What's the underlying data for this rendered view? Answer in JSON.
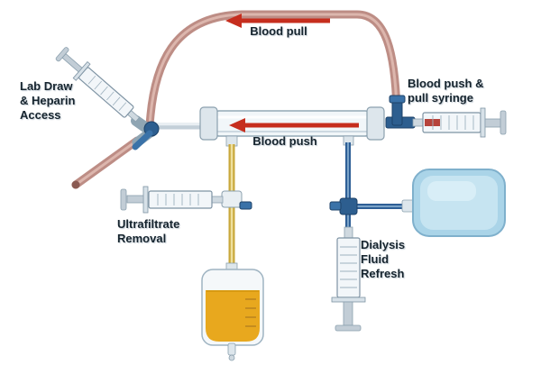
{
  "labels": {
    "blood_pull": "Blood pull",
    "blood_push": "Blood push",
    "lab_access": {
      "line1": "Lab Draw",
      "line2": "& Heparin",
      "line3": "Access"
    },
    "push_pull_syringe": {
      "line1": "Blood push &",
      "line2": "pull syringe"
    },
    "ultrafiltrate": {
      "line1": "Ultrafiltrate",
      "line2": "Removal"
    },
    "dialysis_refresh": {
      "line1": "Dialysis",
      "line2": "Fluid",
      "line3": "Refresh"
    }
  },
  "arrows": {
    "blood_pull": {
      "direction": "left"
    },
    "blood_push": {
      "direction": "left"
    }
  },
  "colors": {
    "arrow_red": "#c62e1e",
    "blood_tube": "#bd8d85",
    "blood_tube_highlight": "#dcb6ad",
    "ultrafiltrate_line": "#c9a83c",
    "ultrafiltrate_fluid": "#e8a81e",
    "fluid_line_blue": "#2e5f96",
    "connector_blue": "#2d5e8f",
    "bag_blue": "#aad4e8",
    "bag_blue_border": "#7fb0cc",
    "label_text": "#16242e"
  }
}
